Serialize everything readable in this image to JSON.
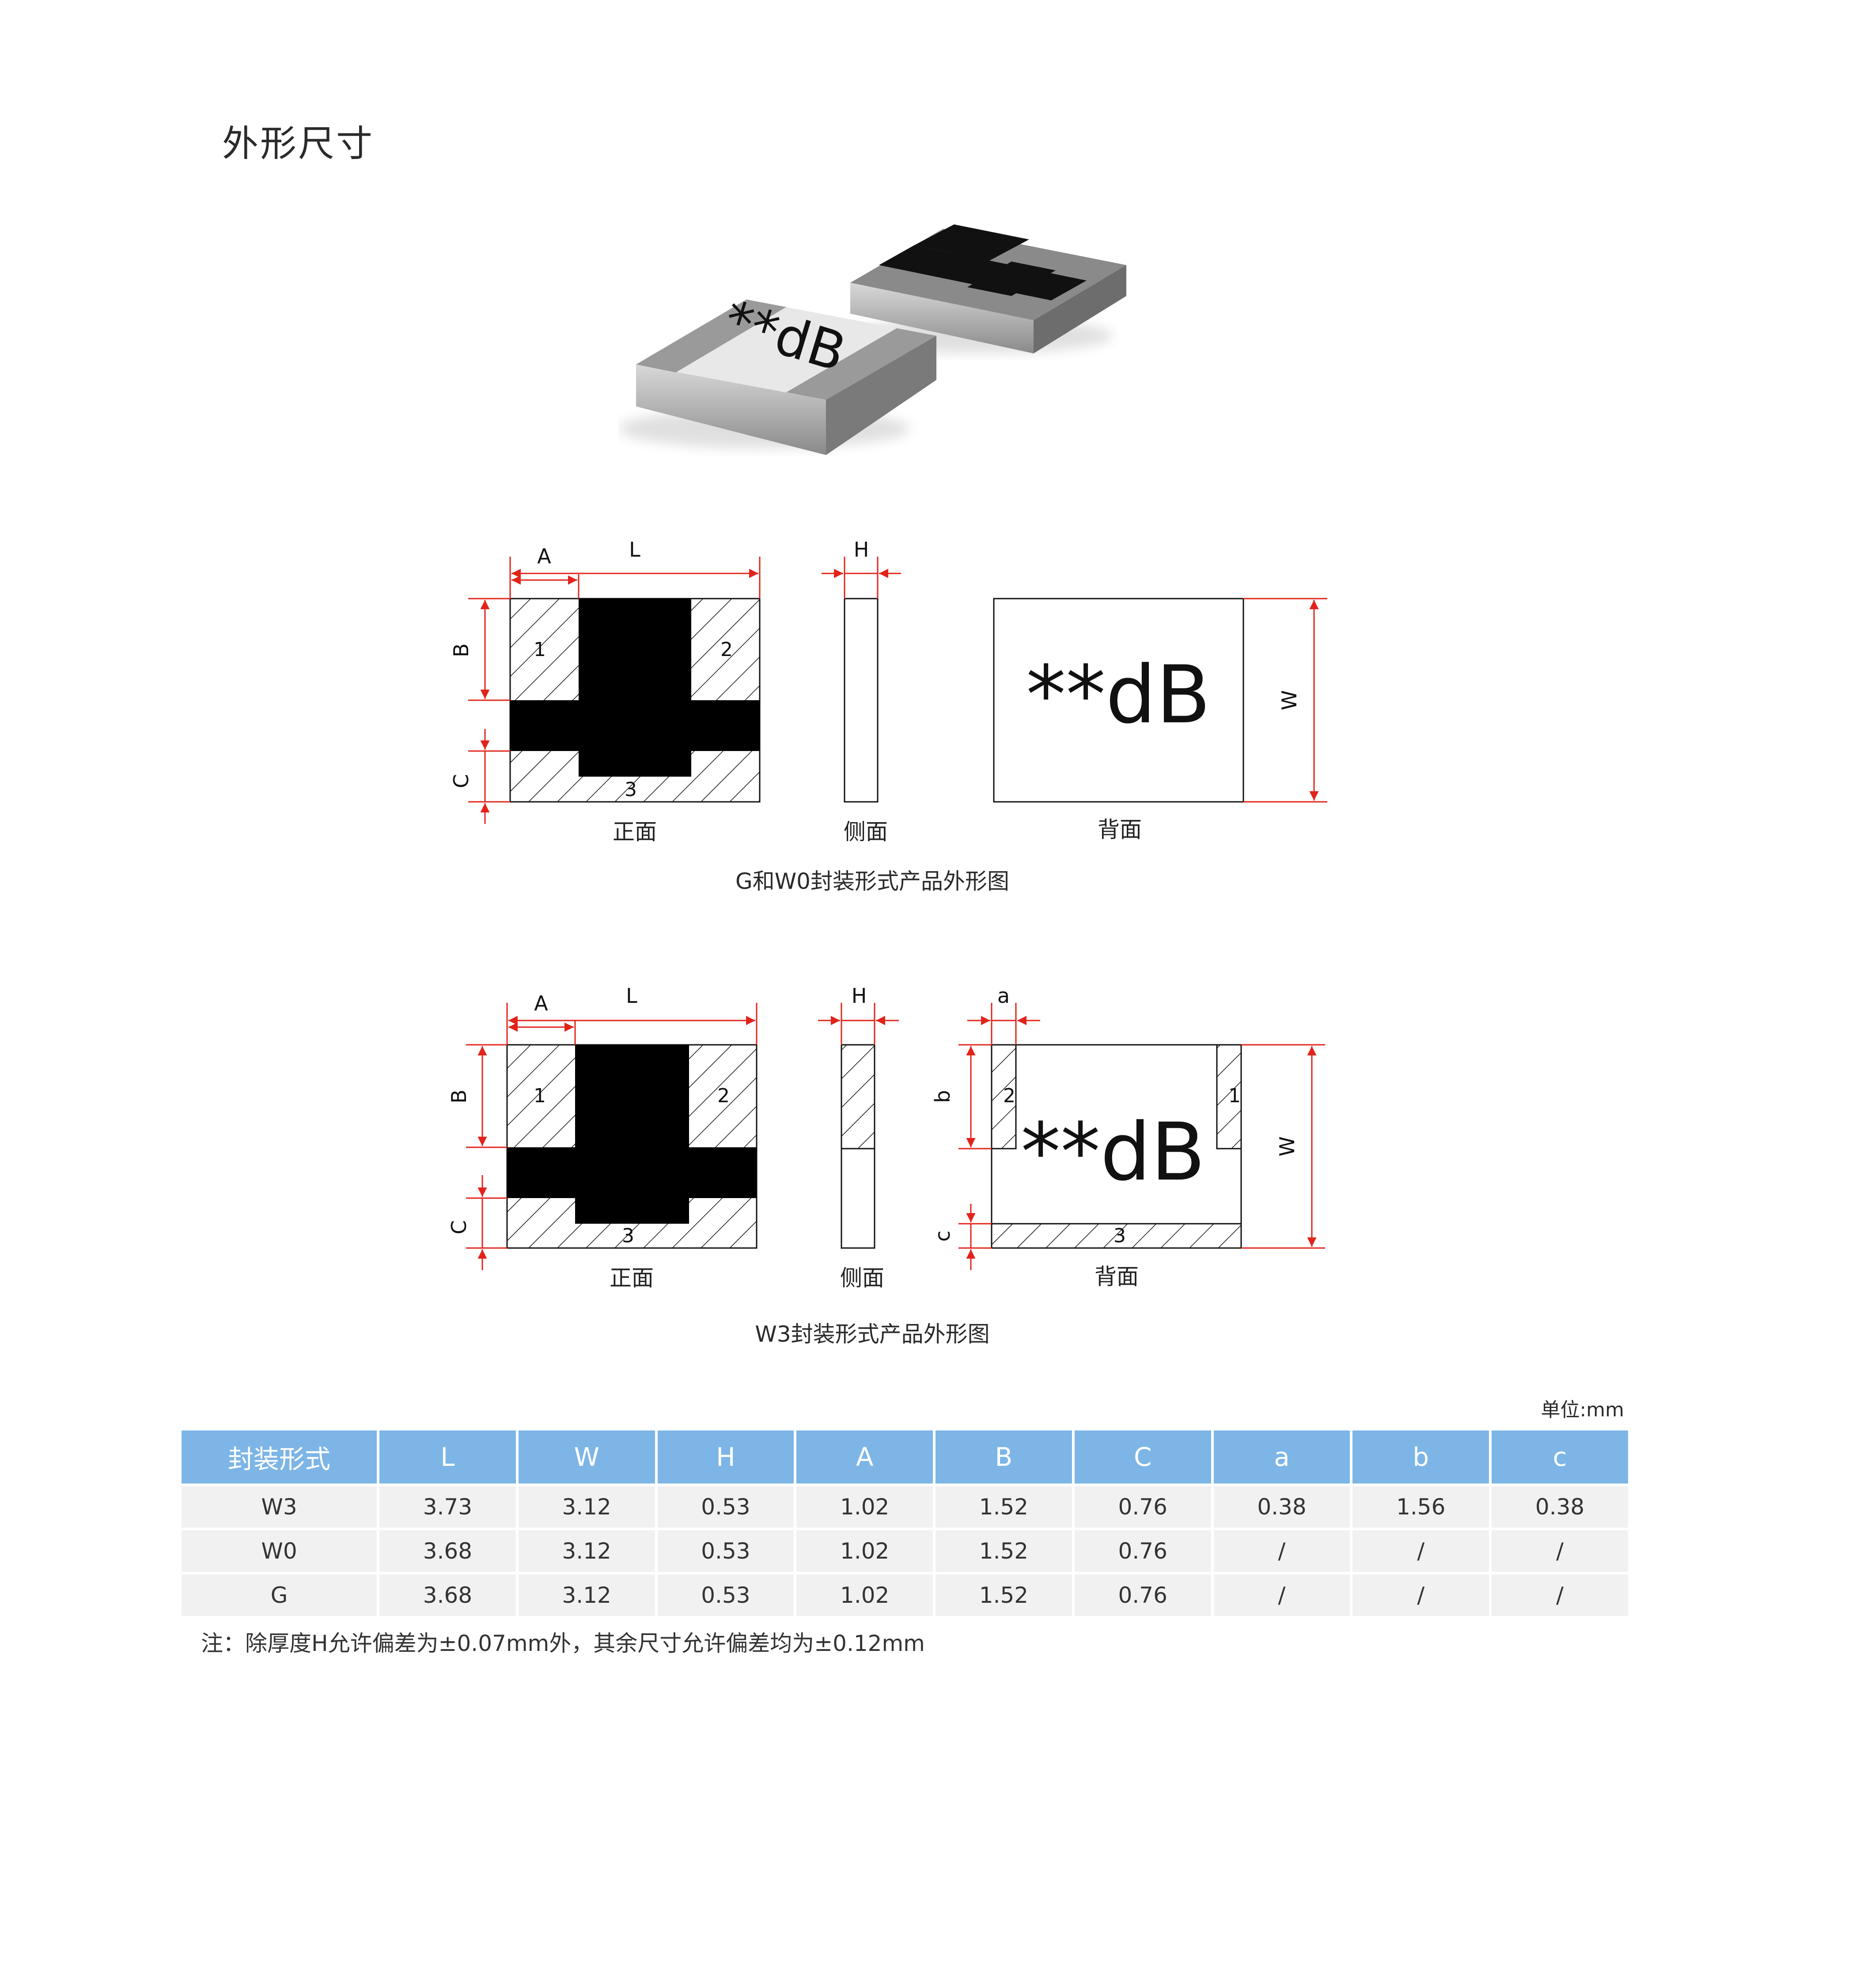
{
  "page_title": "外形尺寸",
  "product_photo": {
    "label_text": "**dB"
  },
  "figure1": {
    "dims": {
      "L": "L",
      "H": "H",
      "A": "A",
      "B": "B",
      "C": "C",
      "W": "W"
    },
    "pads": {
      "p1": "1",
      "p2": "2",
      "p3": "3"
    },
    "back_text": "**dB",
    "views": {
      "front": "正面",
      "side": "侧面",
      "back": "背面"
    },
    "caption": "G和W0封装形式产品外形图"
  },
  "figure2": {
    "dims": {
      "L": "L",
      "H": "H",
      "A": "A",
      "B": "B",
      "C": "C",
      "W": "W",
      "a": "a",
      "b": "b",
      "c": "c"
    },
    "pads": {
      "p1": "1",
      "p2": "2",
      "p3": "3",
      "bp1": "1",
      "bp2": "2",
      "bp3": "3"
    },
    "back_text": "**dB",
    "views": {
      "front": "正面",
      "side": "侧面",
      "back": "背面"
    },
    "caption": "W3封装形式产品外形图"
  },
  "unit_label": "单位:mm",
  "table": {
    "headers": [
      "封装形式",
      "L",
      "W",
      "H",
      "A",
      "B",
      "C",
      "a",
      "b",
      "c"
    ],
    "rows": [
      [
        "W3",
        "3.73",
        "3.12",
        "0.53",
        "1.02",
        "1.52",
        "0.76",
        "0.38",
        "1.56",
        "0.38"
      ],
      [
        "W0",
        "3.68",
        "3.12",
        "0.53",
        "1.02",
        "1.52",
        "0.76",
        "/",
        "/",
        "/"
      ],
      [
        "G",
        "3.68",
        "3.12",
        "0.53",
        "1.02",
        "1.52",
        "0.76",
        "/",
        "/",
        "/"
      ]
    ]
  },
  "note": "注：除厚度H允许偏差为±0.07mm外，其余尺寸允许偏差均为±0.12mm"
}
